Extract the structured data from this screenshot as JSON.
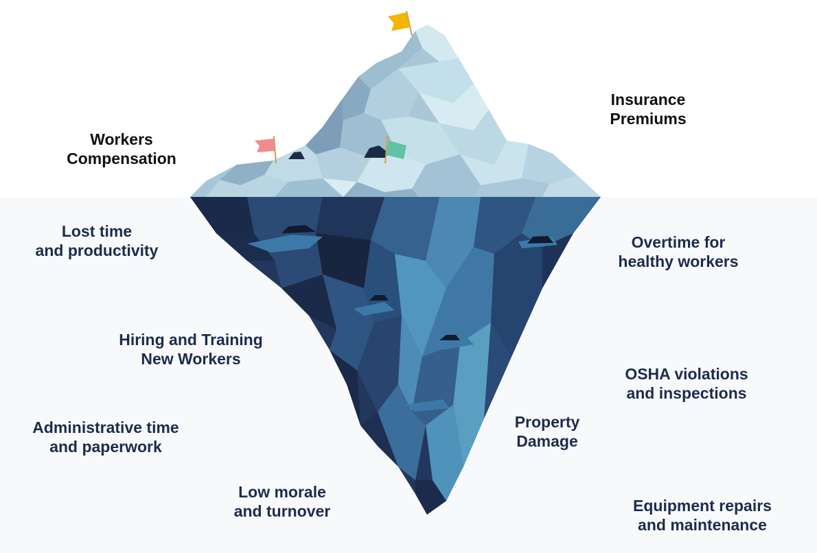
{
  "colors": {
    "background_above": "#ffffff",
    "background_below": "#f8f9fb",
    "text_above": "#101010",
    "text_below": "#1d2b4c",
    "ice_light": "#cfe6ee",
    "ice_mid": "#9dbdd1",
    "ice_shadow": "#7d9db8",
    "underwater_dark": "#1c2e50",
    "underwater_mid": "#2f5582",
    "underwater_light": "#4d8db5",
    "flag_yellow": "#f4b400",
    "flag_pink": "#f28b8b",
    "flag_green": "#5fc4a3"
  },
  "above_water": {
    "workers_compensation": {
      "line1": "Workers",
      "line2": "Compensation"
    },
    "insurance_premiums": {
      "line1": "Insurance",
      "line2": "Premiums"
    }
  },
  "below_water": {
    "lost_time": {
      "line1": "Lost time",
      "line2": "and productivity"
    },
    "overtime": {
      "line1": "Overtime for",
      "line2": "healthy workers"
    },
    "hiring_training": {
      "line1": "Hiring and Training",
      "line2": "New Workers"
    },
    "osha": {
      "line1": "OSHA violations",
      "line2": "and inspections"
    },
    "administrative": {
      "line1": "Administrative time",
      "line2": "and paperwork"
    },
    "property_damage": {
      "line1": "Property",
      "line2": "Damage"
    },
    "low_morale": {
      "line1": "Low morale",
      "line2": "and turnover"
    },
    "equipment": {
      "line1": "Equipment repairs",
      "line2": "and maintenance"
    }
  },
  "flags": [
    "summit-flag-yellow",
    "ridge-flag-pink",
    "ridge-flag-green"
  ]
}
